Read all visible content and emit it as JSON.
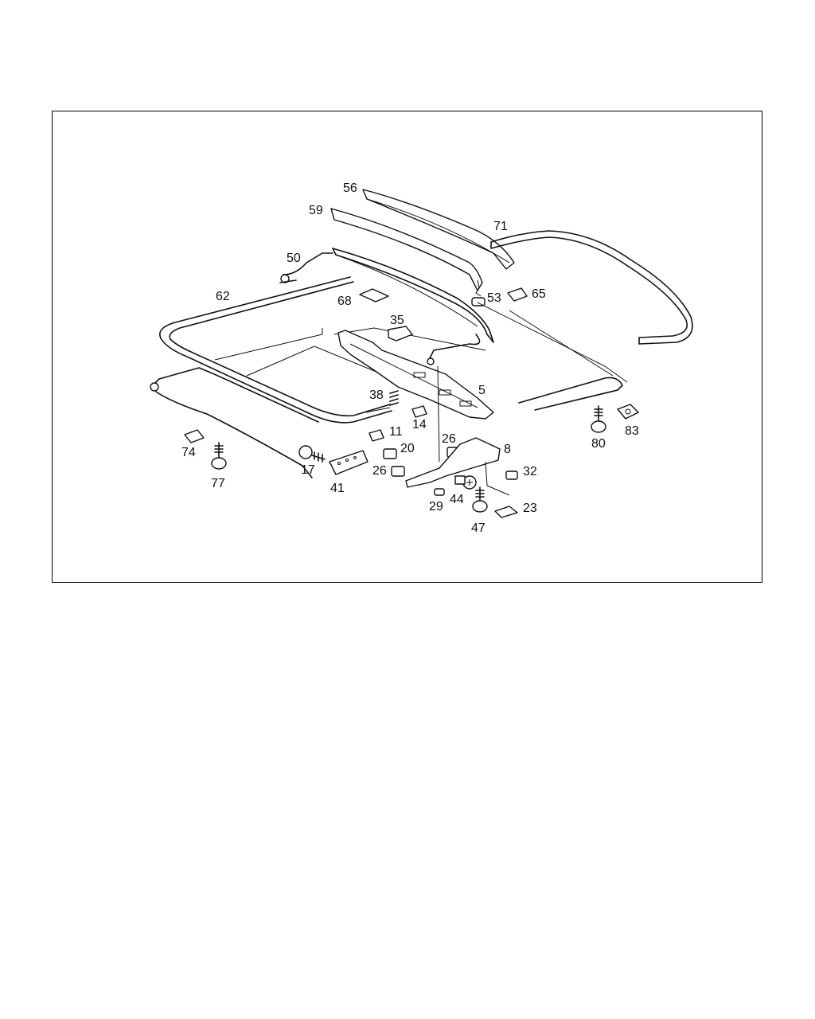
{
  "diagram": {
    "labels": {
      "p56": "56",
      "p59": "59",
      "p71": "71",
      "p50": "50",
      "p62": "62",
      "p68": "68",
      "p53": "53",
      "p65": "65",
      "p35": "35",
      "p5": "5",
      "p38": "38",
      "p14": "14",
      "p11": "11",
      "p20": "20",
      "p26a": "26",
      "p26b": "26",
      "p8": "8",
      "p32": "32",
      "p74": "74",
      "p77": "77",
      "p17": "17",
      "p41": "41",
      "p29": "29",
      "p44": "44",
      "p47": "47",
      "p23": "23",
      "p80": "80",
      "p83": "83"
    }
  }
}
